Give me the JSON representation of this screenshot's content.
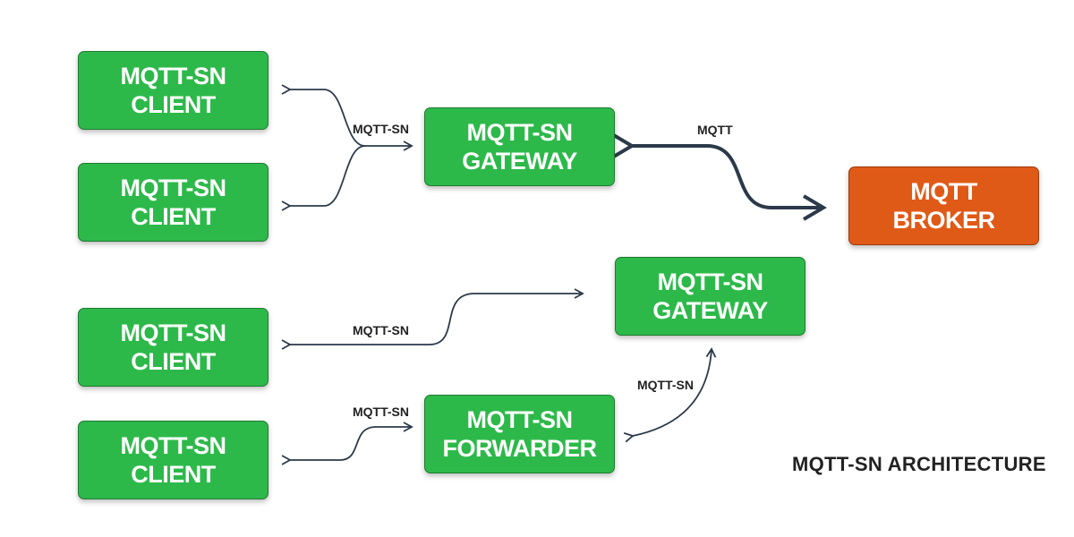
{
  "title": "MQTT-SN ARCHITECTURE",
  "colors": {
    "client": "#2db94a",
    "broker": "#e05a17",
    "line": "#2b3a4a"
  },
  "nodes": {
    "client1": {
      "line1": "MQTT-SN",
      "line2": "CLIENT"
    },
    "client2": {
      "line1": "MQTT-SN",
      "line2": "CLIENT"
    },
    "client3": {
      "line1": "MQTT-SN",
      "line2": "CLIENT"
    },
    "client4": {
      "line1": "MQTT-SN",
      "line2": "CLIENT"
    },
    "gateway1": {
      "line1": "MQTT-SN",
      "line2": "GATEWAY"
    },
    "gateway2": {
      "line1": "MQTT-SN",
      "line2": "GATEWAY"
    },
    "forwarder": {
      "line1": "MQTT-SN",
      "line2": "FORWARDER"
    },
    "broker": {
      "line1": "MQTT",
      "line2": "BROKER"
    }
  },
  "links": {
    "clients_to_gateway1": "MQTT-SN",
    "gateway1_to_broker": "MQTT",
    "client3_to_gateway2": "MQTT-SN",
    "client4_to_forwarder": "MQTT-SN",
    "forwarder_to_gateway2": "MQTT-SN"
  }
}
